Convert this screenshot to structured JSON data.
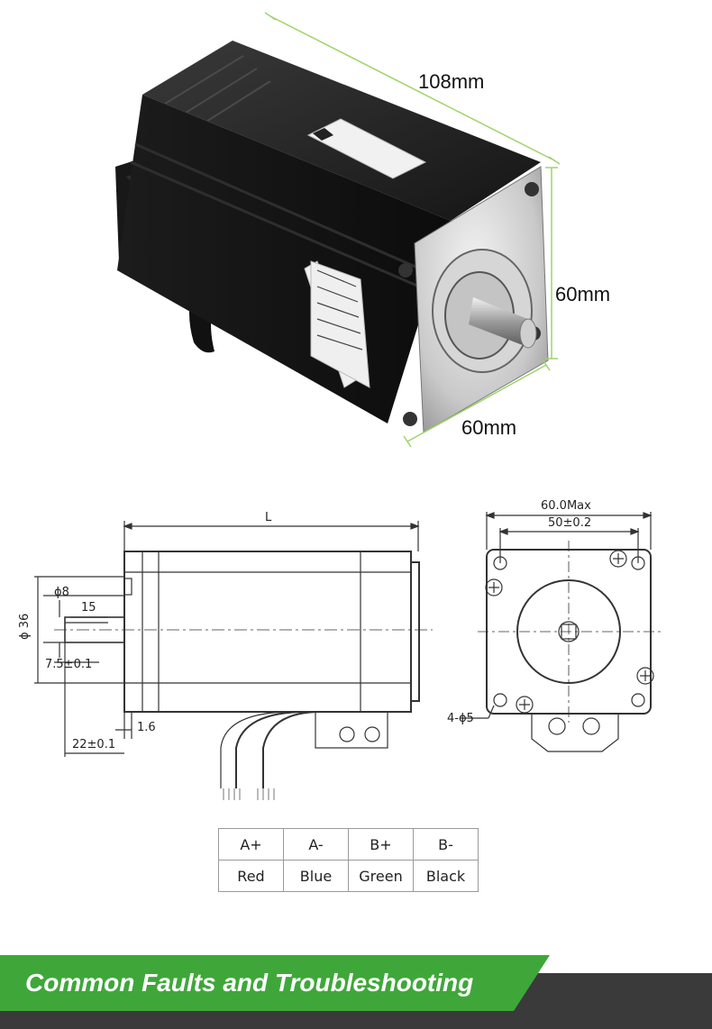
{
  "photo": {
    "length_label": "108mm",
    "height_label": "60mm",
    "width_label": "60mm"
  },
  "side_view": {
    "length_label": "L",
    "shaft_diameter_label": "ϕ8",
    "shaft_length_label": "15",
    "flat_label": "7.5±0.1",
    "boss_diameter_label": "ϕ 36",
    "flange_thickness_label": "1.6",
    "shaft_extension_label": "22±0.1"
  },
  "front_view": {
    "max_width_label": "60.0Max",
    "hole_spacing_label": "50±0.2",
    "holes_label": "4-ϕ5"
  },
  "wiring_table": {
    "rows": [
      [
        "A+",
        "A-",
        "B+",
        "B-"
      ],
      [
        "Red",
        "Blue",
        "Green",
        "Black"
      ]
    ]
  },
  "banner": {
    "title": "Common Faults and Troubleshooting",
    "accent_color": "#3fa73a",
    "dark_color": "#3a3a3a"
  }
}
